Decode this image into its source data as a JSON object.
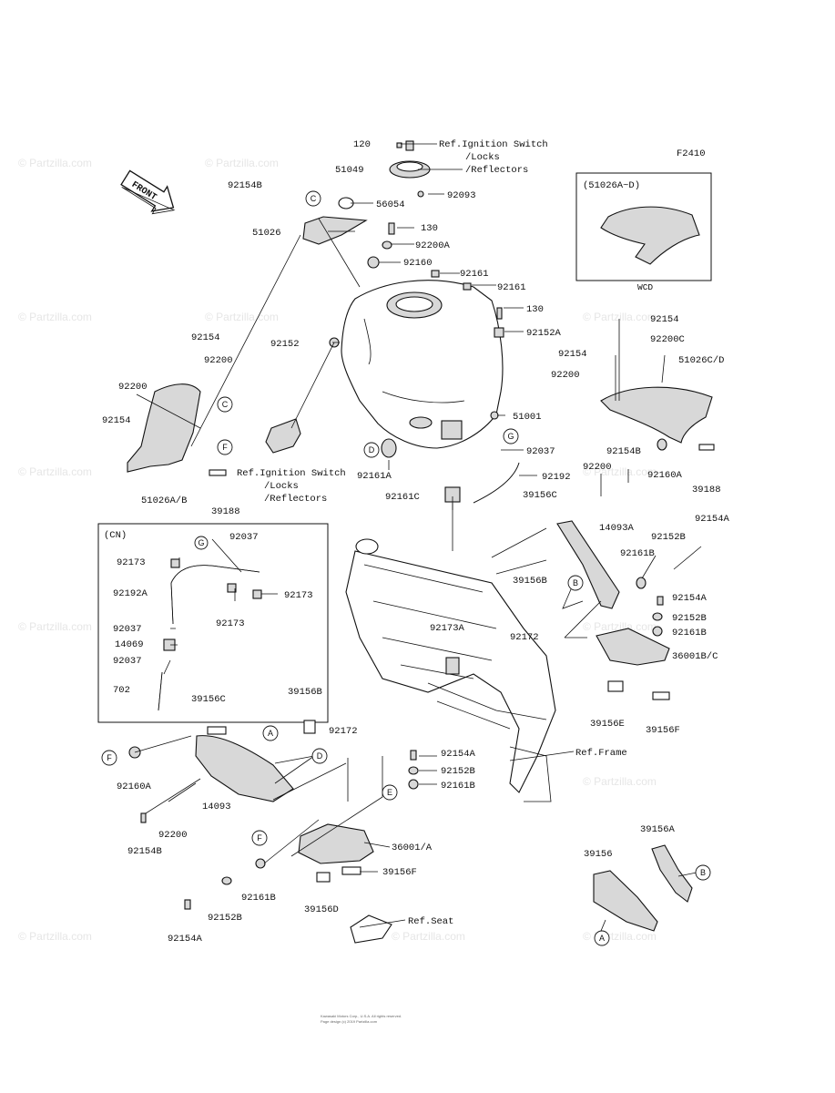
{
  "diagram_code": "F2410",
  "front_arrow": "FRONT",
  "watermark": "© Partzilla.com",
  "footer": {
    "line1": "Kawasaki Motors Corp., U.S.A. All rights reserved.",
    "line2": "Page design (c) 2019 Partzilla.com"
  },
  "inset_wcd": {
    "title": "(51026A~D)",
    "caption": "WCD"
  },
  "inset_cn": {
    "title": "(CN)"
  },
  "ref_labels": {
    "ign_top": [
      "Ref.Ignition Switch",
      "/Locks",
      "/Reflectors"
    ],
    "ign_mid": [
      "Ref.Ignition Switch",
      "/Locks",
      "/Reflectors"
    ],
    "frame": "Ref.Frame",
    "seat": "Ref.Seat"
  },
  "callouts": [
    "A",
    "B",
    "C",
    "D",
    "E",
    "F",
    "G"
  ],
  "part_numbers": {
    "p120": "120",
    "p51049": "51049",
    "p92093": "92093",
    "p92154B_a": "92154B",
    "p56054": "56054",
    "p51026": "51026",
    "p130_a": "130",
    "p92200A": "92200A",
    "p92160": "92160",
    "p92161_a": "92161",
    "p92161_b": "92161",
    "p130_b": "130",
    "p92152A": "92152A",
    "p92152": "92152",
    "p92154_a": "92154",
    "p92200_a": "92200",
    "p92200_b": "92200",
    "p92154_b": "92154",
    "p51001": "51001",
    "p92037_a": "92037",
    "p92161A": "92161A",
    "p92192": "92192",
    "p92161C": "92161C",
    "p39156C_a": "39156C",
    "p51026AB": "51026A/B",
    "p39188_a": "39188",
    "p92154_c": "92154",
    "p92200C": "92200C",
    "p92154_d": "92154",
    "p92200_c": "92200",
    "p51026CD": "51026C/D",
    "p92154B_b": "92154B",
    "p92200_d": "92200",
    "p92160A_a": "92160A",
    "p39188_b": "39188",
    "p14093A": "14093A",
    "p92154A_a": "92154A",
    "p92152B_a": "92152B",
    "p92161B_a": "92161B",
    "p39156B_a": "39156B",
    "p92154A_b": "92154A",
    "p92152B_b": "92152B",
    "p92161B_b": "92161B",
    "p92172_a": "92172",
    "p36001BC": "36001B/C",
    "p39156E": "39156E",
    "p39156F_a": "39156F",
    "p92037_cn1": "92037",
    "p92173_cn1": "92173",
    "p92192A": "92192A",
    "p92173_cn2": "92173",
    "p92173_cn3": "92173",
    "p92037_cn2": "92037",
    "p14069": "14069",
    "p92037_cn3": "92037",
    "p702": "702",
    "p92173A": "92173A",
    "p39156C_b": "39156C",
    "p39156B_b": "39156B",
    "p92172_b": "92172",
    "p92160A_b": "92160A",
    "p14093": "14093",
    "p92200_e": "92200",
    "p92154B_c": "92154B",
    "p92154A_c": "92154A",
    "p92152B_c": "92152B",
    "p92161B_c": "92161B",
    "p36001A": "36001/A",
    "p39156F_b": "39156F",
    "p92161B_d": "92161B",
    "p39156D": "39156D",
    "p92152B_d": "92152B",
    "p92154A_d": "92154A",
    "p39156A": "39156A",
    "p39156": "39156"
  }
}
